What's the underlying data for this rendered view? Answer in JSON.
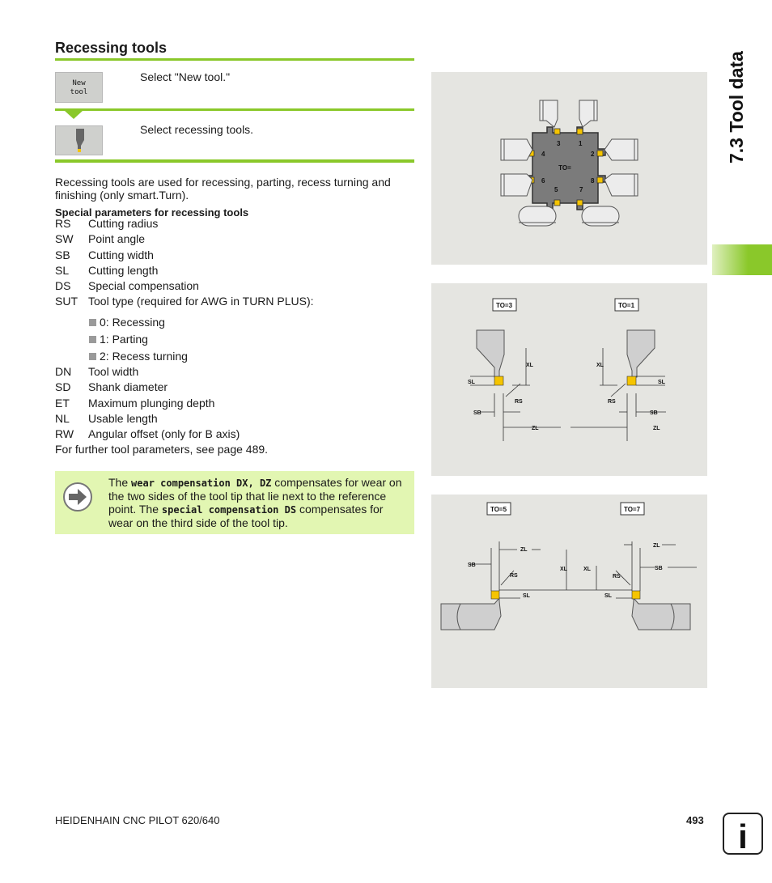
{
  "heading": "Recessing tools",
  "softkey_new_tool": {
    "line1": "New",
    "line2": "tool"
  },
  "steps": [
    {
      "text": "Select \"New tool.\""
    },
    {
      "text": "Select recessing tools."
    }
  ],
  "intro": "Recessing tools are used for recessing, parting, recess turning and finishing (only smart.Turn).",
  "params_heading": "Special parameters for recessing tools",
  "params_a": [
    {
      "key": "RS",
      "value": "Cutting radius"
    },
    {
      "key": "SW",
      "value": "Point angle"
    },
    {
      "key": "SB",
      "value": "Cutting width"
    },
    {
      "key": "SL",
      "value": "Cutting length"
    },
    {
      "key": "DS",
      "value": "Special compensation"
    },
    {
      "key": "SUT",
      "value": "Tool type (required for AWG in TURN PLUS):"
    }
  ],
  "sut_options": [
    "0: Recessing",
    "1: Parting",
    "2: Recess turning"
  ],
  "params_b": [
    {
      "key": "DN",
      "value": "Tool width"
    },
    {
      "key": "SD",
      "value": "Shank diameter"
    },
    {
      "key": "ET",
      "value": "Maximum plunging depth"
    },
    {
      "key": "NL",
      "value": "Usable length"
    },
    {
      "key": "RW",
      "value": "Angular offset (only for B axis)"
    }
  ],
  "further": "For further tool parameters, see page 489.",
  "note": {
    "p1": "The ",
    "code1": "wear compensation DX, DZ",
    "p2": " compensates for wear on the two sides of the tool tip that lie next to the reference point. The ",
    "code2": "special compensation DS",
    "p3": " compensates for wear on the third side of the tool tip."
  },
  "side_title": "7.3 Tool data",
  "footer": {
    "left": "HEIDENHAIN CNC PILOT 620/640",
    "page": "493"
  },
  "diagram1": {
    "center_label": "TO=",
    "positions": [
      "3",
      "1",
      "4",
      "2",
      "6",
      "8",
      "5",
      "7"
    ]
  },
  "diagram2": {
    "left_tag": "TO=3",
    "right_tag": "TO=1",
    "labels": {
      "xl": "XL",
      "sl": "SL",
      "rs": "RS",
      "sb": "SB",
      "zl": "ZL"
    }
  },
  "diagram3": {
    "left_tag": "TO=5",
    "right_tag": "TO=7",
    "labels": {
      "xl": "XL",
      "sl": "SL",
      "rs": "RS",
      "sb": "SB",
      "zl": "ZL"
    }
  },
  "info_glyph": "i",
  "colors": {
    "accent_green": "#8ac82a",
    "note_bg": "#e2f6b2",
    "panel_bg": "#e5e5e1",
    "tip_yellow": "#f5c400"
  }
}
